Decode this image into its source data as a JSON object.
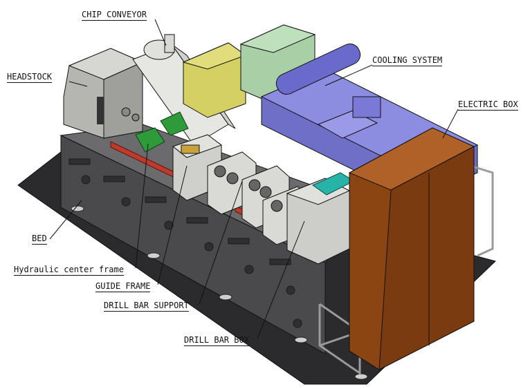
{
  "labels": {
    "chip_conveyor": "CHIP CONVEYOR",
    "headstock": "HEADSTOCK",
    "cooling_system": "COOLING SYSTEM",
    "electric_box": "ELECTRIC BOX",
    "bed": "BED",
    "hydraulic_center_frame": "Hydraulic center frame",
    "guide_frame": "GUIDE FRAME",
    "drill_bar_support": "DRILL BAR SUPPORT",
    "drill_bar_box": "DRILL BAR BOX"
  },
  "colors": {
    "bed": "#4a4a4c",
    "base_plate": "#2b2b2d",
    "headstock": "#c9c9c6",
    "conveyor": "#e6e6e2",
    "yellow_box": "#d4d063",
    "green_tank": "#a8cfa6",
    "cooling": "#7f7fd6",
    "electric_box": "#8b4513",
    "hydraulic_green": "#2f9a3a",
    "rail_red": "#c0392b",
    "teal_vent": "#27b3a8"
  }
}
